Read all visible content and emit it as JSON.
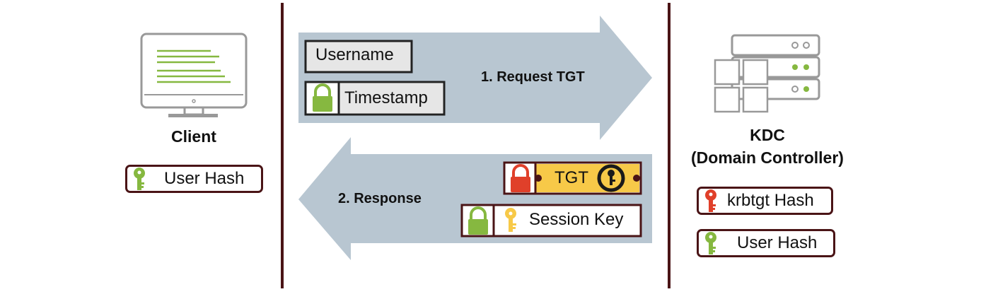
{
  "client": {
    "title": "Client",
    "hash_label": "User Hash",
    "icon": "monitor-icon"
  },
  "kdc": {
    "title_line1": "KDC",
    "title_line2": "(Domain Controller)",
    "icon": "server-rack-icon",
    "hashes": [
      {
        "label": "krbtgt Hash",
        "key_color": "#e0402a"
      },
      {
        "label": "User Hash",
        "key_color": "#86b840"
      }
    ]
  },
  "request": {
    "label": "1. Request TGT",
    "fields": {
      "username": "Username",
      "timestamp": "Timestamp"
    }
  },
  "response": {
    "label": "2. Response",
    "fields": {
      "tgt": "TGT",
      "session_key": "Session Key"
    }
  },
  "colors": {
    "arrow": "#b8c6d1",
    "divider": "#4a1416",
    "green": "#86b840",
    "red": "#e0402a",
    "gold": "#f7c948",
    "box_border": "#4a1416"
  }
}
